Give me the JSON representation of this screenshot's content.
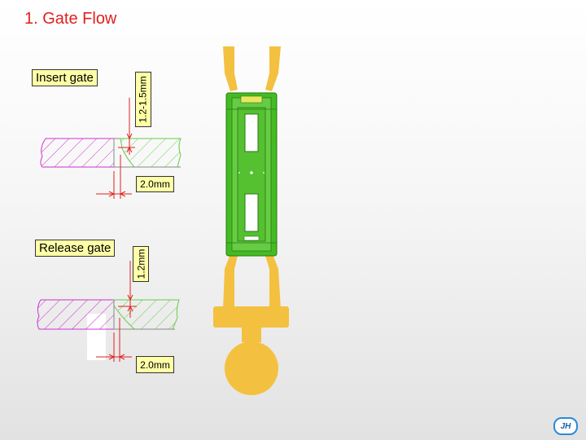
{
  "title": "1. Gate Flow",
  "insert_gate": {
    "label": "Insert gate",
    "vertical_dim": "1.2-1.5mm",
    "horizontal_dim": "2.0mm"
  },
  "release_gate": {
    "label": "Release gate",
    "vertical_dim": "1.2mm",
    "horizontal_dim": "2.0mm"
  },
  "logo_text": "JH",
  "colors": {
    "title": "#e02020",
    "label_fill": "#ffffa8",
    "hatch_magenta": "#cc33cc",
    "hatch_green": "#66cc44",
    "dimension_red": "#e02020",
    "part_green": "#44bb22",
    "runner_gold": "#f4c040"
  }
}
